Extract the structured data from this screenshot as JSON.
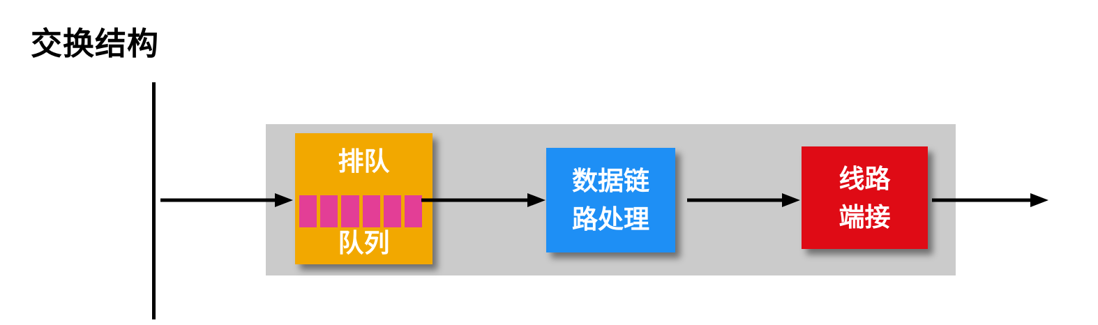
{
  "title": "交换结构",
  "diagram": {
    "queue_box": {
      "label_top": "排队",
      "label_bottom": "队列",
      "cell_count": 6
    },
    "link_box": {
      "label_line1": "数据链",
      "label_line2": "路处理"
    },
    "line_box": {
      "label_line1": "线路",
      "label_line2": "端接"
    },
    "arrow_count": 4
  },
  "colors": {
    "title": "#000000",
    "arrow": "#000000",
    "panel": "#CBCBCB",
    "queue_box": "#F2A800",
    "queue_cell": "#E33E96",
    "link_box": "#1E8FF5",
    "line_box": "#DF0B15",
    "box_text": "#FFFFFF",
    "background": "#FFFFFF"
  }
}
